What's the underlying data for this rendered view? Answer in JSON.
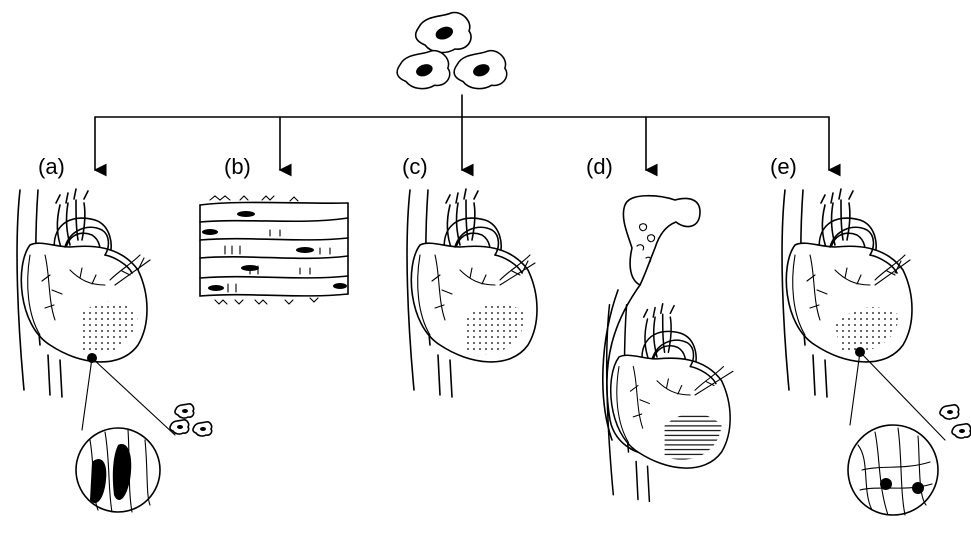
{
  "figure": {
    "source_cells": {
      "icon": "stem-cell-cluster-icon"
    },
    "panels": [
      {
        "id": "a",
        "label": "(a)",
        "content": "heart-with-infarct-and-injected-cells"
      },
      {
        "id": "b",
        "label": "(b)",
        "content": "cardiac-muscle-tissue-strip"
      },
      {
        "id": "c",
        "label": "(c)",
        "content": "heart-with-infarct"
      },
      {
        "id": "d",
        "label": "(d)",
        "content": "bone-marrow-and-heart"
      },
      {
        "id": "e",
        "label": "(e)",
        "content": "heart-with-integrated-cells"
      }
    ],
    "colors": {
      "line": "#000000",
      "background": "#ffffff"
    }
  }
}
